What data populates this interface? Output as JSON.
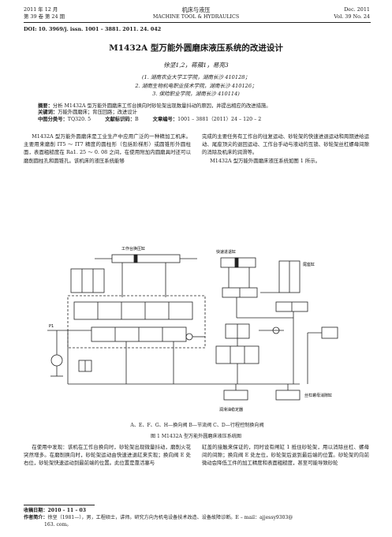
{
  "header": {
    "left_line1": "2011 年 12 月",
    "left_line2": "第 39 卷 第 24 期",
    "center_line1": "机床与液压",
    "center_line2": "MACHINE TOOL & HYDRAULICS",
    "right_line1": "Dec. 2011",
    "right_line2": "Vol. 39 No. 24"
  },
  "doi": "DOI: 10. 3969/j. issn. 1001 – 3881. 2011. 24. 042",
  "title": "M1432A 型万能外圆磨床液压系统的改进设计",
  "authors": "徐坚1,2，蒋蘋1，易亮3",
  "affiliations": [
    "(1. 湖南农业大学工学院，湖南长沙 410128；",
    "2. 湖南生物机电职业技术学院，湖南长沙 410126；",
    "3. 保险职业学院，湖南长沙 410114)"
  ],
  "abstract": {
    "label": "摘要：",
    "text": "分析 M1432A 型万能外圆磨床工作台换向时砂轮架出现数量抖动的原因，并提出相应的改进措施。"
  },
  "keywords": {
    "label": "关键词：",
    "text": "万能外圆磨床；背压回路；改进设计"
  },
  "classification": {
    "label": "中图分类号：",
    "value": "TQ320. 5",
    "doc_label": "文献标识码：",
    "doc_value": "B",
    "id_label": "文章编号：",
    "id_value": "1001 – 3881（2011）24 – 120 – 2"
  },
  "left_para": "M1432A 型万能外圆磨床是工业生产中应用广泛的一种精加工机床。主要用来磨削 IT5 ～ IT7 精度的圆柱形（包括阶梯形）或圆锥形外圆柱面，表面粗糙度在 Ra1. 25 ～ 0. 08 之间，在使用附加内圆磨具时还可以磨削圆柱孔和圆锥孔。该机床的液压系统能够",
  "right_para1": "完成的主要任务有工作台的往复运动、砂轮架的快速进退运动和周期进给运动、尾座顶尖的退回运动、工作台手动与液动的互锁、砂轮架丝杠螺母间隙的消除及机床的润滑等。",
  "right_para2": "M1432A 型万能外圆磨床液压系统如图 1 所示。",
  "figure": {
    "labels": {
      "top": "工作台换压缸",
      "fast_cylinder": "快速进退缸",
      "tail_cylinder": "尾座缸",
      "lube": "润滑油稳定器",
      "screw_cylinder": "丝杠螺母消隙缸",
      "p1": "P1",
      "legend_note": "A、E、F、G、H—换向阀  B—节流阀  C、D—行程控制换向阀"
    },
    "caption": "图 1   M1432A 型万能外圆磨床液压系统图"
  },
  "bottom_left": "在使用中发现：该机在工作台换向时，砂轮架出现微量抖动，磨削火花突然增多。在磨削换向时，砂轮架运动由快速进退缸来实现；换向阀 E 处右位，砂轮架快速运动到最前端的位置。此位置是靠活塞与",
  "bottom_right": "缸盖的接触来保证的，同时设有闸缸 1 抵住砂轮架，用以消除丝杠、螺母间的间隙；换向阀 E 处左位，砂轮架后退到最后端的位置。砂轮架的向前微动会降低工件的加工精度和表面粗糙度，甚至可能导致砂轮",
  "footnote": {
    "received": "收稿日期：2010 – 11 – 03",
    "author_label": "作者简介：",
    "author_text": "徐坚（1981—），男，工程硕士，讲师。研究方向为机电设备技术改造、设备故障诊断。E – mail：ajjessy9303@",
    "author_text2": "163. com。"
  }
}
